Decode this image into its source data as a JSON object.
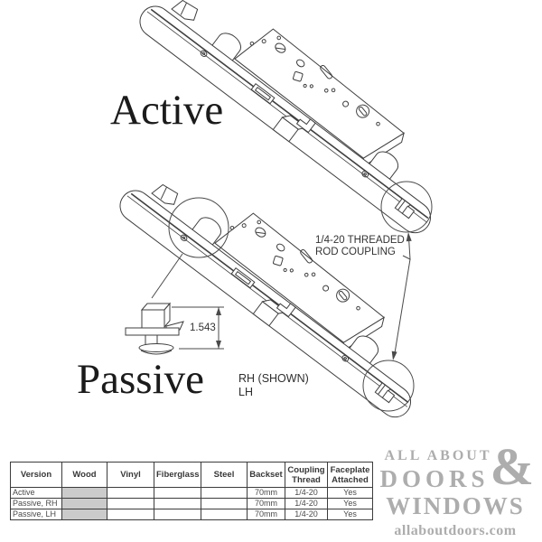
{
  "drawing": {
    "active_label": "Active",
    "passive_label": "Passive",
    "handing": {
      "line1": "RH (SHOWN)",
      "line2": "LH"
    },
    "coupling_callout": {
      "line1": "1/4-20 THREADED",
      "line2": "ROD COUPLING"
    },
    "detail_dimension": "1.543"
  },
  "table": {
    "headers": [
      "Version",
      "Wood",
      "Vinyl",
      "Fiberglass",
      "Steel",
      "Backset",
      "Coupling Thread",
      "Faceplate Attached"
    ],
    "rows": [
      [
        "Active",
        "",
        "",
        "",
        "",
        "70mm",
        "1/4-20",
        "Yes"
      ],
      [
        "Passive, RH",
        "",
        "",
        "",
        "",
        "70mm",
        "1/4-20",
        "Yes"
      ],
      [
        "Passive, LH",
        "",
        "",
        "",
        "",
        "70mm",
        "1/4-20",
        "Yes"
      ]
    ],
    "shaded_column": "Wood"
  },
  "logo": {
    "line1": "ALL ABOUT",
    "line2": "DOORS",
    "ampersand": "&",
    "line3": "WINDOWS",
    "website": "allaboutdoors.com"
  },
  "colors": {
    "line_art": "#3f3f3f",
    "annotation_gray": "#4a4a4a",
    "label_black": "#1b1b1b",
    "table_border": "#3c3c3c",
    "table_shade": "#cbcbcb",
    "logo_gray": "#adadad",
    "background": "#ffffff"
  }
}
